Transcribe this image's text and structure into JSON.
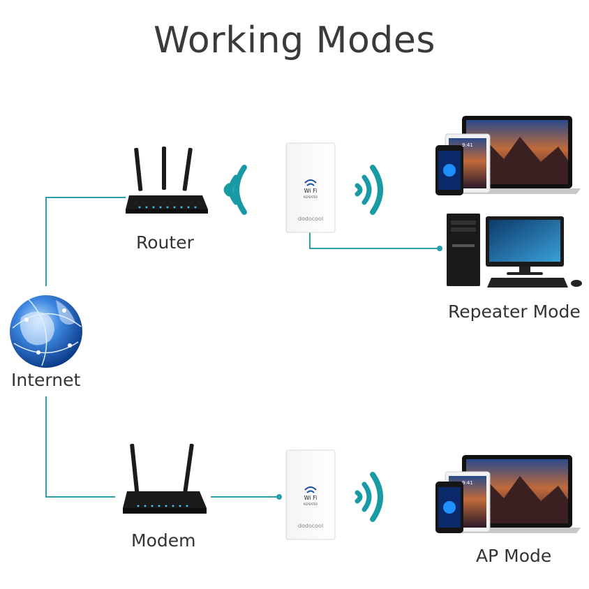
{
  "title": "Working Modes",
  "labels": {
    "internet": "Internet",
    "router": "Router",
    "modem": "Modem",
    "repeater_mode": "Repeater Mode",
    "ap_mode": "AP Mode"
  },
  "device": {
    "brand": "dodocool",
    "wifi_logo": "Wi Fi",
    "wifi_sub": "REPEATER"
  },
  "screen": {
    "time": "9:41"
  },
  "colors": {
    "line": "#2aa0aa",
    "signal": "#1a9aa5",
    "router": "#1b1b1b",
    "globe": "#2e6fc8"
  },
  "icons": [
    "globe-icon",
    "router-icon",
    "modem-icon",
    "repeater-device-icon",
    "wifi-signal-icon",
    "laptop-icon",
    "tablet-icon",
    "phone-icon",
    "desktop-pc-icon",
    "monitor-icon",
    "keyboard-icon",
    "mouse-icon"
  ]
}
